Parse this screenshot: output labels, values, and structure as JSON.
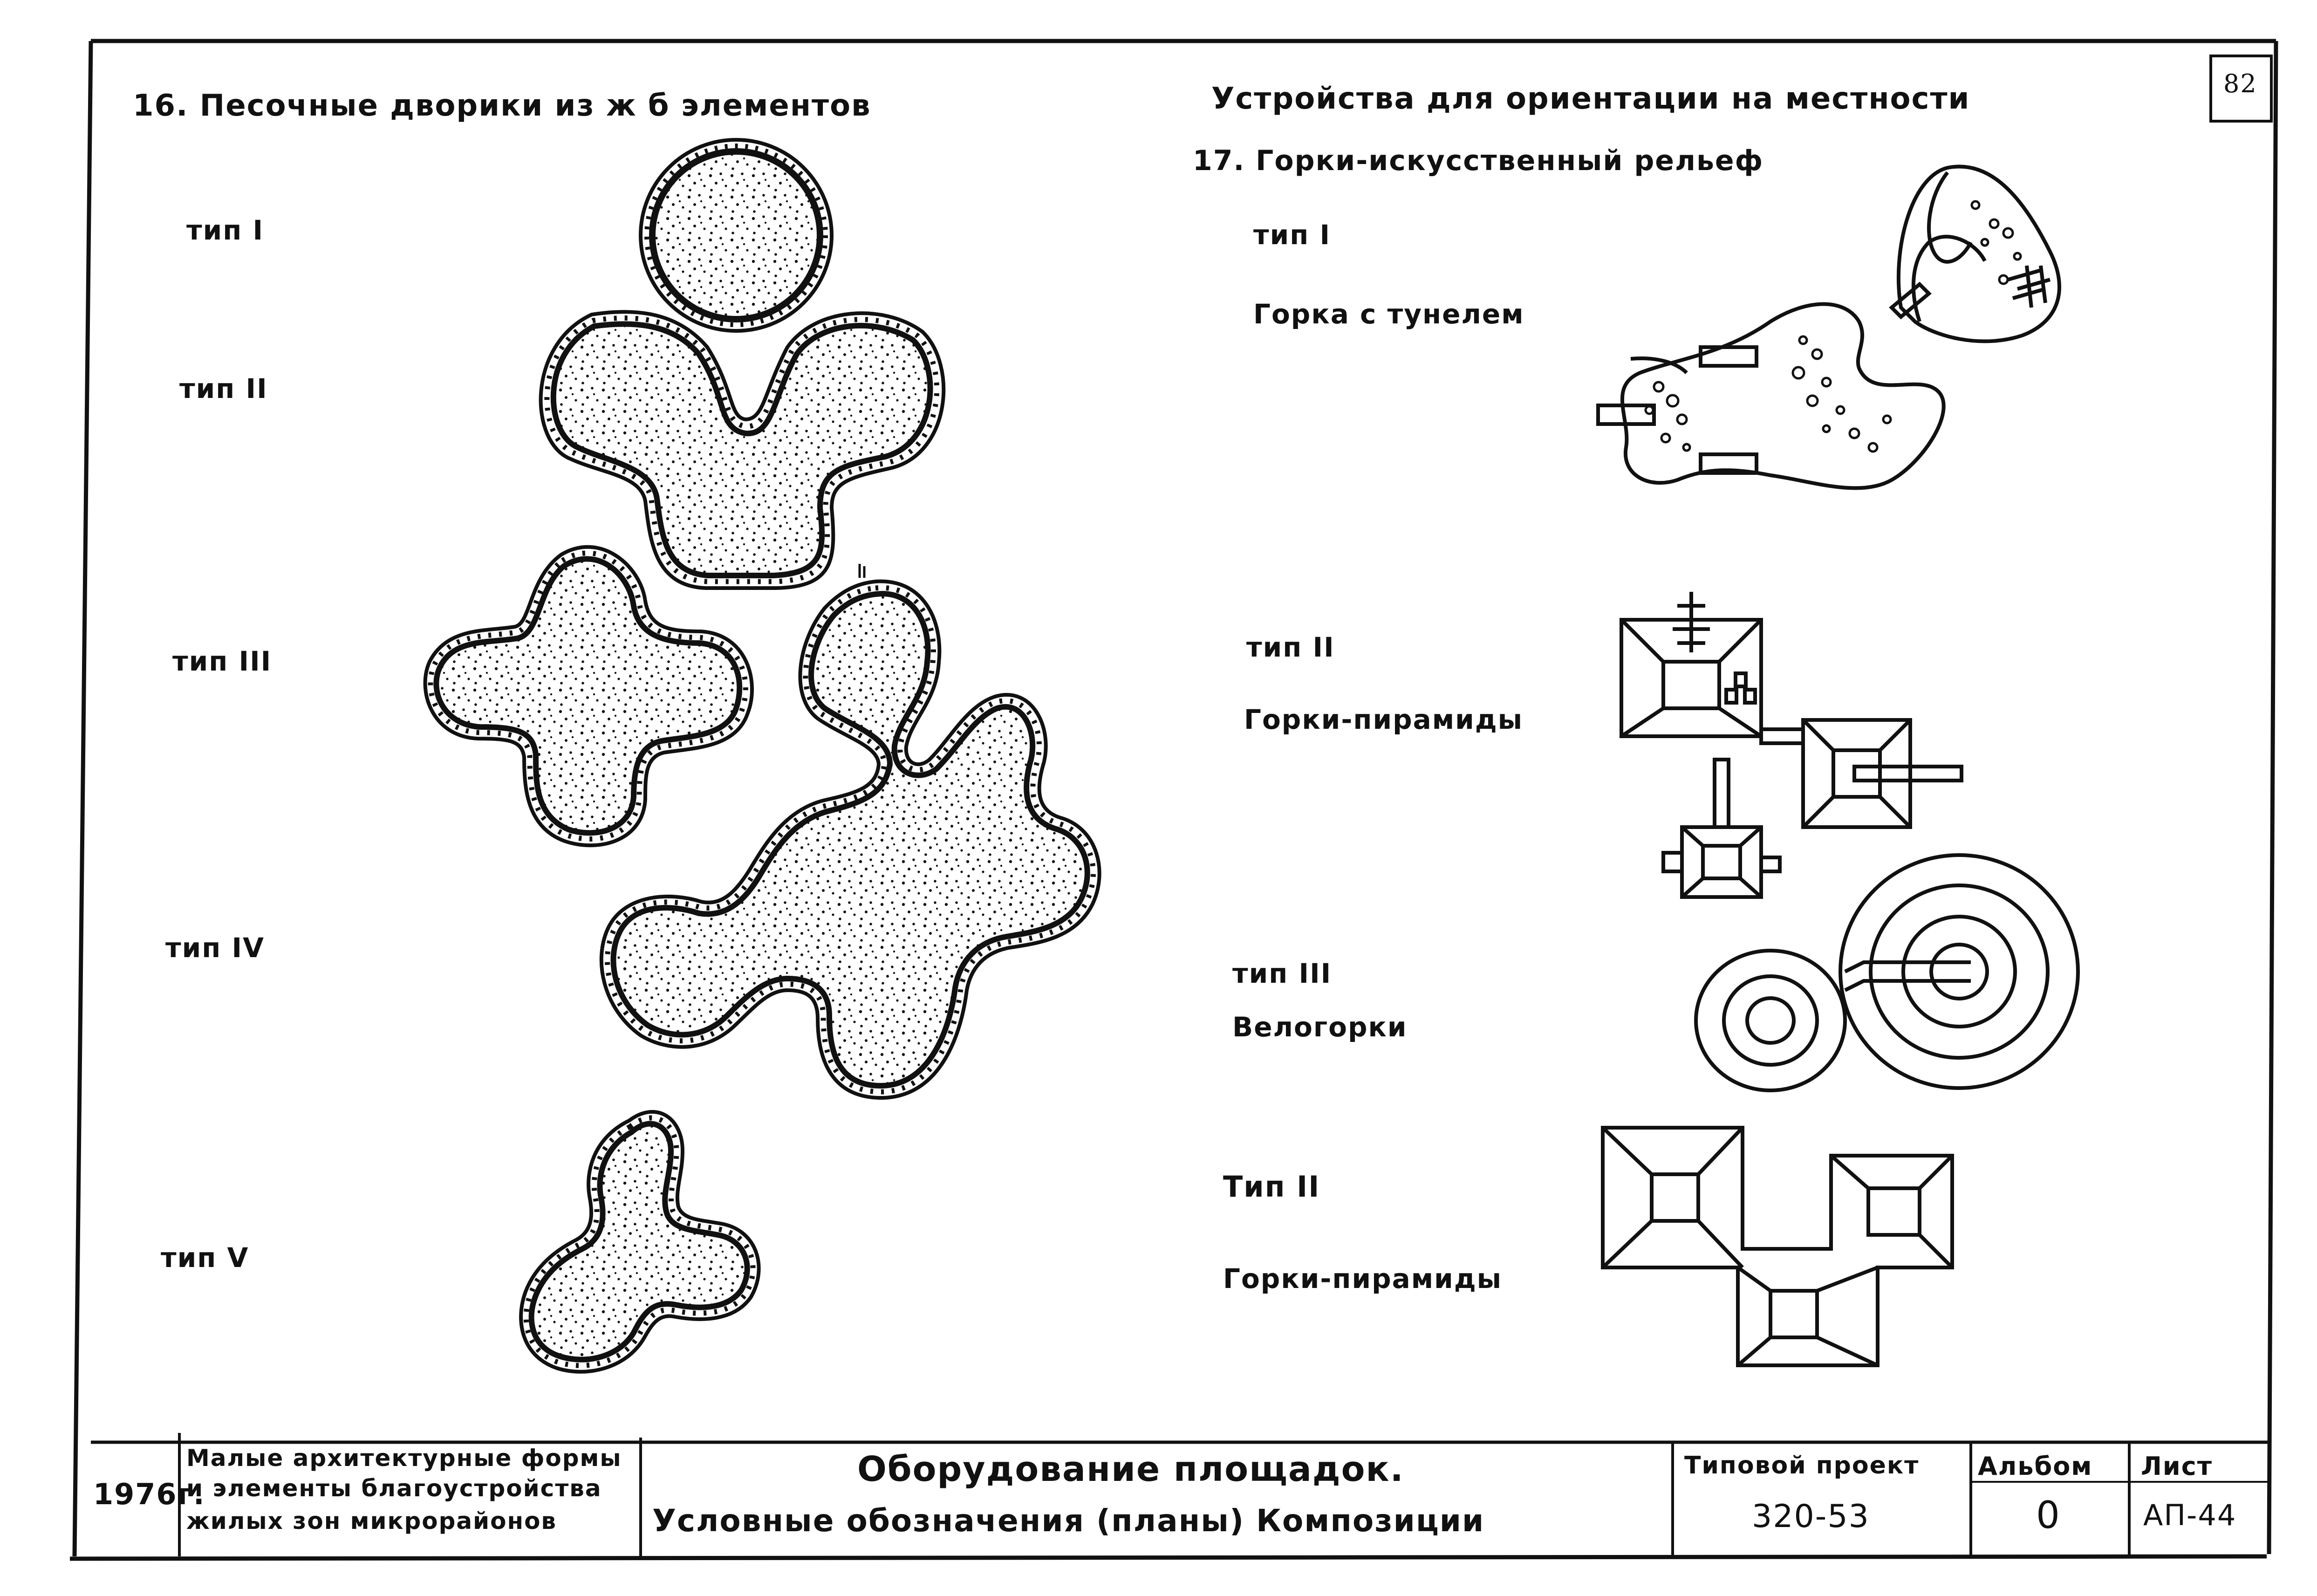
{
  "sheet": {
    "page_number": "82",
    "left_section": {
      "heading": "16. Песочные дворики из ж б элементов",
      "types": [
        "тип I",
        "тип II",
        "тип III",
        "тип IV",
        "тип V"
      ]
    },
    "right_section": {
      "heading": "Устройства для ориентации на местности",
      "subheading": "17. Горки-искусственный рельеф",
      "items": [
        {
          "type": "тип I",
          "name": "Горка с тунелем"
        },
        {
          "type": "тип II",
          "name": "Горки-пирамиды"
        },
        {
          "type": "тип III",
          "name": "Велогорки"
        },
        {
          "type": "Тип II",
          "name": "Горки-пирамиды"
        }
      ]
    }
  },
  "title_block": {
    "year": "1976г.",
    "series_title": [
      "Малые архитектурные формы",
      "и элементы благоустройства",
      "жилых зон микрорайонов"
    ],
    "title_line1": "Оборудование площадок.",
    "title_line2": "Условные обозначения (планы) Композиции",
    "project_label": "Типовой проект",
    "project_value": "320-53",
    "album_label": "Альбом",
    "album_value": "0",
    "sheet_label": "Лист",
    "sheet_value": "АП-44"
  },
  "colors": {
    "ink": "#111111",
    "paper": "#ffffff"
  }
}
